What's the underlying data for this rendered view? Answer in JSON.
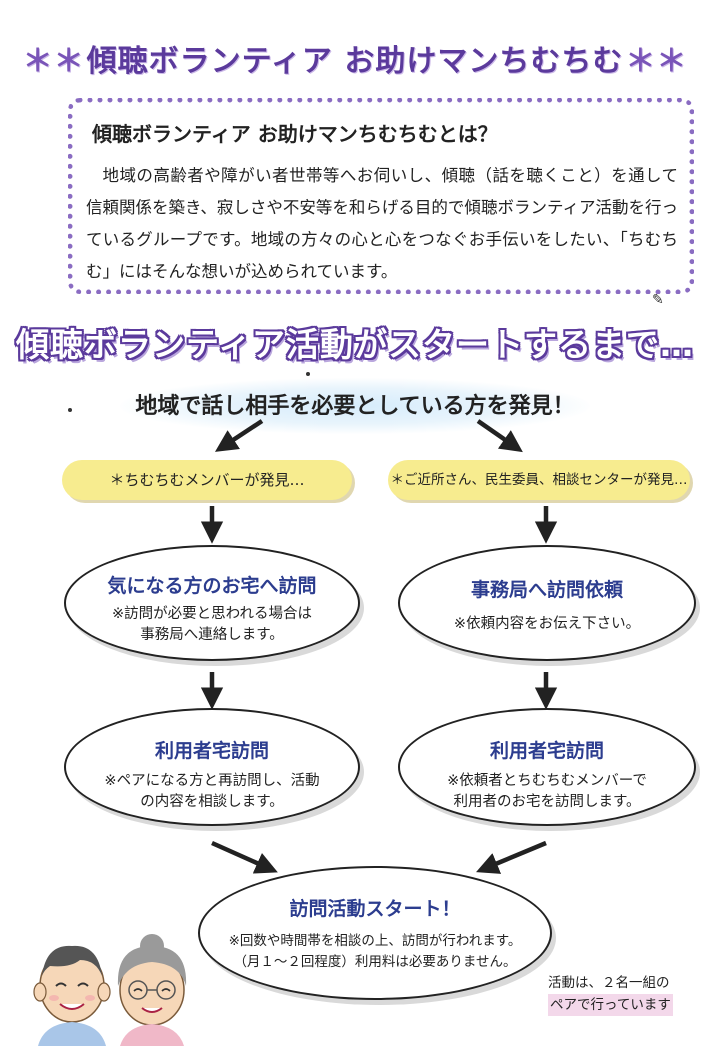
{
  "title": {
    "stars_left": "＊＊",
    "text": "傾聴ボランティア お助けマンちむちむ",
    "stars_right": "＊＊"
  },
  "intro": {
    "heading": "傾聴ボランティア お助けマンちむちむとは？",
    "body": "地域の高齢者や障がい者世帯等へお伺いし、傾聴（話を聴くこと）を通して信頼関係を築き、寂しさや不安等を和らげる目的で傾聴ボランティア活動を行っているグループです。地域の方々の心と心をつなぐお手伝いをしたい、「ちむちむ」にはそんな想いが込められています。"
  },
  "section": {
    "title": "傾聴ボランティア活動がスタートするまで…"
  },
  "discovery": {
    "text": "地域で話し相手を必要としている方を発見！"
  },
  "left_flow": {
    "pill": "＊ちむちむメンバーが発見…",
    "step1": {
      "title": "気になる方のお宅へ訪問",
      "note1": "※訪問が必要と思われる場合は",
      "note2": "事務局へ連絡します。"
    },
    "step2": {
      "title": "利用者宅訪問",
      "note1": "※ペアになる方と再訪問し、活動",
      "note2": "の内容を相談します。"
    }
  },
  "right_flow": {
    "pill": "＊ご近所さん、民生委員、相談センターが発見…",
    "step1": {
      "title": "事務局へ訪問依頼",
      "note1": "※依頼内容をお伝え下さい。"
    },
    "step2": {
      "title": "利用者宅訪問",
      "note1": "※依頼者とちむちむメンバーで",
      "note2": "利用者のお宅を訪問します。"
    }
  },
  "final": {
    "title": "訪問活動スタート！",
    "note1": "※回数や時間帯を相談の上、訪問が行われます。",
    "note2": "（月１～２回程度）利用料は必要ありません。"
  },
  "footer": {
    "line1": "活動は、２名一組の",
    "line2": "ペアで行っています"
  },
  "colors": {
    "title_purple": "#5b3a9c",
    "dotted_border": "#8a6cc2",
    "pill_yellow": "#f7ec8f",
    "oval_title_blue": "#2c3d8f",
    "footer_pink": "#f3d8ea"
  },
  "icons": [
    "arrow-down-icon",
    "elderly-couple-illustration-icon"
  ]
}
